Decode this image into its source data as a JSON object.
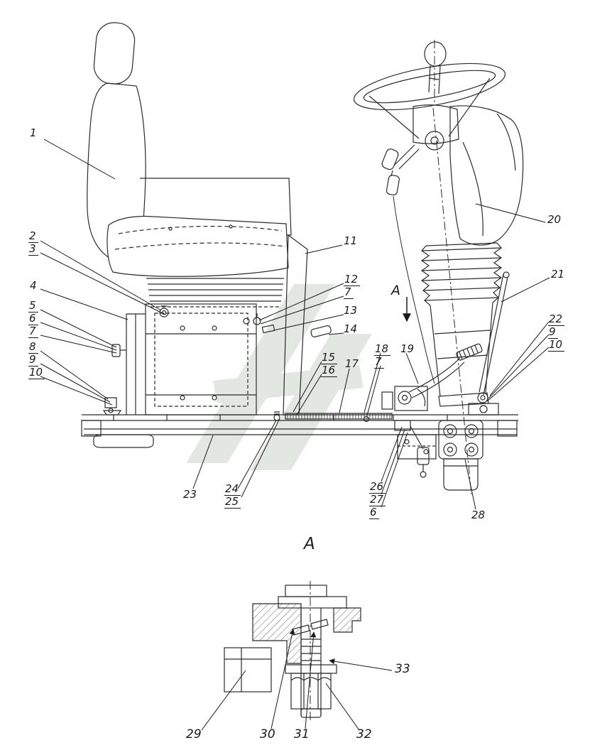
{
  "drawing": {
    "section_marker": "A",
    "detail_label": "A"
  },
  "callouts": {
    "c1": "1",
    "c2": "2",
    "c3": "3",
    "c4": "4",
    "c5": "5",
    "c6": "6",
    "c7": "7",
    "c8": "8",
    "c9": "9",
    "c10": "10",
    "c11": "11",
    "c12": "12",
    "c12b": "7",
    "c13": "13",
    "c14": "14",
    "c15": "15",
    "c16": "16",
    "c17": "17",
    "c18": "18",
    "c18b": "7",
    "c19": "19",
    "c20": "20",
    "c21": "21",
    "c22": "22",
    "c22b": "9",
    "c22c": "10",
    "c23": "23",
    "c24": "24",
    "c25": "25",
    "c26": "26",
    "c27": "27",
    "c26c": "6",
    "c28": "28",
    "c29": "29",
    "c30": "30",
    "c31": "31",
    "c32": "32",
    "c33": "33"
  }
}
